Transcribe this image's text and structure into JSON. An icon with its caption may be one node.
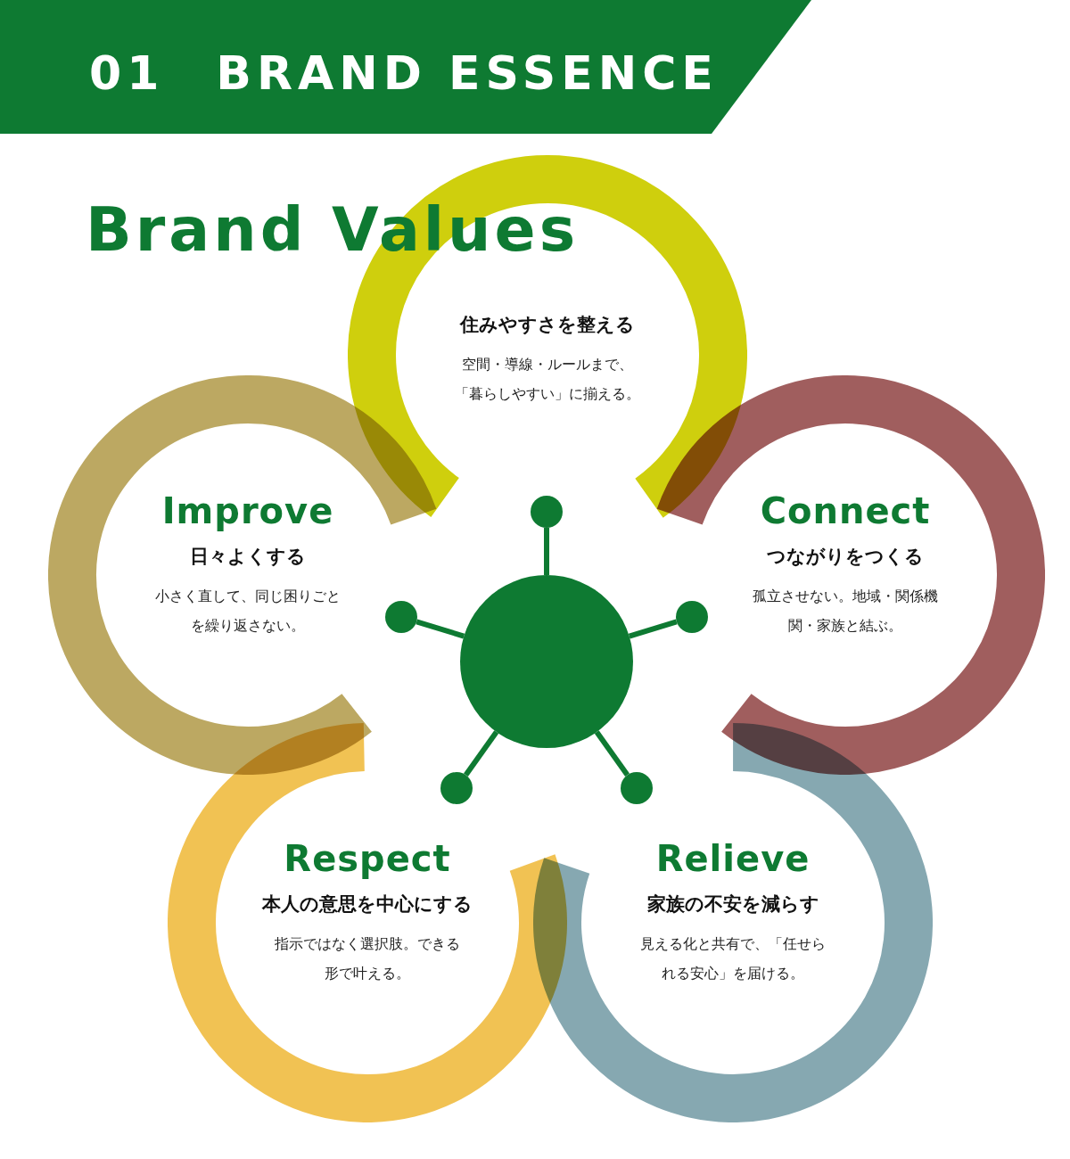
{
  "diagram": {
    "title": "01　BRAND ESSENCE",
    "nodes": [
      {
        "text": [
          "住みやすさを整える",
          "空間・導線・ルールまで、「暮らしやすい」に揃える。"
        ]
      },
      {
        "text": [
          "Improve",
          "日々よくする",
          "小さく直して、同じ困りごとを繰り返さない。"
        ]
      },
      {
        "text": [
          "Connect",
          "つながりをつくる",
          "孤立させない。地域・関係機関・家族と結ぶ。"
        ]
      },
      {
        "text": [
          "Respect",
          "本人の意思を中心にする",
          "指示ではなく選択肢。できる形で叶える。"
        ]
      },
      {
        "text": [
          "Relieve",
          "家族の不安を減らす",
          "見える化と共有で、「任せられる安心」を届ける。"
        ]
      },
      {
        "text": [],
        "shape": "circle"
      },
      {
        "text": [],
        "shape": "circle"
      },
      {
        "text": [],
        "shape": "circle"
      },
      {
        "text": [],
        "shape": "circle"
      },
      {
        "text": [],
        "shape": "circle"
      },
      {
        "text": [],
        "shape": "circle"
      }
    ],
    "edges": [
      {
        "from": 5,
        "to": 6,
        "arrow": "none"
      },
      {
        "from": 5,
        "to": 7,
        "arrow": "none"
      },
      {
        "from": 5,
        "to": 8,
        "arrow": "none"
      },
      {
        "from": 5,
        "to": 9,
        "arrow": "none"
      },
      {
        "from": 5,
        "to": 10,
        "arrow": "none"
      }
    ],
    "labels": [
      "Brand Values"
    ]
  }
}
